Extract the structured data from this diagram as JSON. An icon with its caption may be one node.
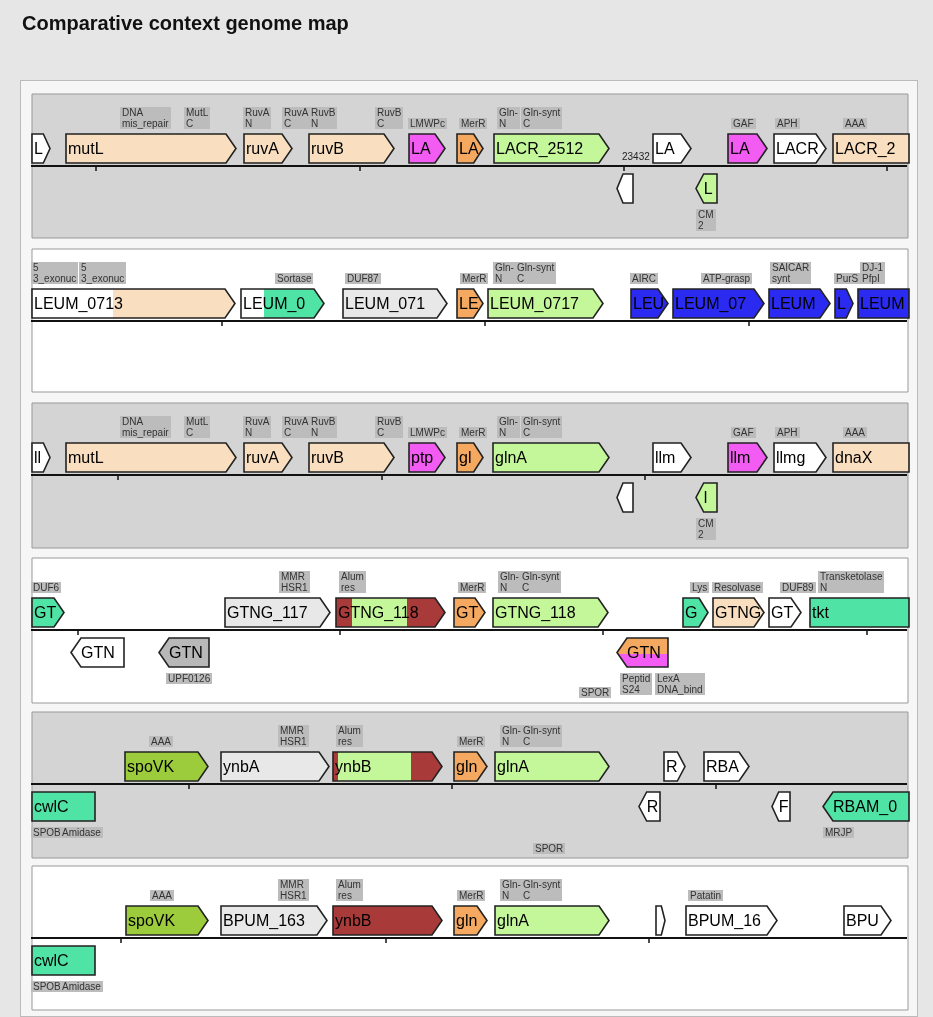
{
  "diagram": {
    "title": "Comparative context genome map",
    "nodes": [
      {
        "text": [],
        "shape": "box"
      },
      {
        "text": [
          "DNA mis_repair"
        ],
        "in": 0
      },
      {
        "text": [
          "MutL C"
        ],
        "in": 0
      },
      {
        "text": [
          "RuvA N"
        ],
        "in": 0
      },
      {
        "text": [
          "RuvA C"
        ],
        "in": 0
      },
      {
        "text": [
          "RuvB N"
        ],
        "in": 0
      },
      {
        "text": [
          "RuvB C"
        ],
        "in": 0
      },
      {
        "text": [
          "LMWPc"
        ],
        "in": 0
      },
      {
        "text": [
          "MerR"
        ],
        "in": 0
      },
      {
        "text": [
          "Gln- N"
        ],
        "in": 0
      },
      {
        "text": [
          "Gln-synt C"
        ],
        "in": 0
      },
      {
        "text": [
          "GAF"
        ],
        "in": 0
      },
      {
        "text": [
          "APH"
        ],
        "in": 0
      },
      {
        "text": [
          "AAA"
        ],
        "in": 0
      },
      {
        "text": [
          "L"
        ],
        "in": 0
      },
      {
        "text": [
          "mutL"
        ],
        "in": 0
      },
      {
        "text": [
          "ruvA"
        ],
        "in": 0
      },
      {
        "text": [
          "ruvB"
        ],
        "in": 0
      },
      {
        "text": [
          "LA"
        ],
        "in": 0
      },
      {
        "text": [
          "LA"
        ],
        "in": 0
      },
      {
        "text": [
          "LACR_2512"
        ],
        "in": 0
      },
      {
        "text": [
          "LA"
        ],
        "in": 0
      },
      {
        "text": [
          "LA"
        ],
        "in": 0
      },
      {
        "text": [
          "LACR"
        ],
        "in": 0
      },
      {
        "text": [
          "LACR_2"
        ],
        "in": 0
      },
      {
        "text": [],
        "shape": "arrow",
        "in": 0
      },
      {
        "text": [
          "L"
        ],
        "in": 0
      },
      {
        "text": [
          "CM 2"
        ],
        "in": 0
      },
      {
        "text": [],
        "shape": "box"
      },
      {
        "text": [
          "5 3_exonuc"
        ],
        "in": 28
      },
      {
        "text": [
          "5 3_exonuc"
        ],
        "in": 28
      },
      {
        "text": [
          "Sortase"
        ],
        "in": 28
      },
      {
        "text": [
          "DUF87"
        ],
        "in": 28
      },
      {
        "text": [
          "MerR"
        ],
        "in": 28
      },
      {
        "text": [
          "Gln- N"
        ],
        "in": 28
      },
      {
        "text": [
          "Gln-synt C"
        ],
        "in": 28
      },
      {
        "text": [
          "AIRC"
        ],
        "in": 28
      },
      {
        "text": [
          "ATP-grasp"
        ],
        "in": 28
      },
      {
        "text": [
          "SAICAR synt"
        ],
        "in": 28
      },
      {
        "text": [
          "PurS"
        ],
        "in": 28
      },
      {
        "text": [
          "DJ-1 PfpI"
        ],
        "in": 28
      },
      {
        "text": [
          "LEUM_0713"
        ],
        "in": 28
      },
      {
        "text": [
          "LEUM_0"
        ],
        "in": 28
      },
      {
        "text": [
          "LEUM_071"
        ],
        "in": 28
      },
      {
        "text": [
          "LE"
        ],
        "in": 28
      },
      {
        "text": [
          "LEUM_0717"
        ],
        "in": 28
      },
      {
        "text": [
          "LEU"
        ],
        "in": 28
      },
      {
        "text": [
          "LEUM_07"
        ],
        "in": 28
      },
      {
        "text": [
          "LEUM"
        ],
        "in": 28
      },
      {
        "text": [
          "L"
        ],
        "in": 28
      },
      {
        "text": [
          "LEUM"
        ],
        "in": 28
      },
      {
        "text": [],
        "shape": "box"
      },
      {
        "text": [
          "DNA mis_repair"
        ],
        "in": 51
      },
      {
        "text": [
          "MutL C"
        ],
        "in": 51
      },
      {
        "text": [
          "RuvA N"
        ],
        "in": 51
      },
      {
        "text": [
          "RuvA C"
        ],
        "in": 51
      },
      {
        "text": [
          "RuvB N"
        ],
        "in": 51
      },
      {
        "text": [
          "RuvB C"
        ],
        "in": 51
      },
      {
        "text": [
          "LMWPc"
        ],
        "in": 51
      },
      {
        "text": [
          "MerR"
        ],
        "in": 51
      },
      {
        "text": [
          "Gln- N"
        ],
        "in": 51
      },
      {
        "text": [
          "Gln-synt C"
        ],
        "in": 51
      },
      {
        "text": [
          "GAF"
        ],
        "in": 51
      },
      {
        "text": [
          "APH"
        ],
        "in": 51
      },
      {
        "text": [
          "AAA"
        ],
        "in": 51
      },
      {
        "text": [
          "ll"
        ],
        "in": 51
      },
      {
        "text": [
          "mutL"
        ],
        "in": 51
      },
      {
        "text": [
          "ruvA"
        ],
        "in": 51
      },
      {
        "text": [
          "ruvB"
        ],
        "in": 51
      },
      {
        "text": [
          "ptp"
        ],
        "in": 51
      },
      {
        "text": [
          "gl"
        ],
        "in": 51
      },
      {
        "text": [
          "glnA"
        ],
        "in": 51
      },
      {
        "text": [
          "llm"
        ],
        "in": 51
      },
      {
        "text": [
          "llm"
        ],
        "in": 51
      },
      {
        "text": [
          "llmg"
        ],
        "in": 51
      },
      {
        "text": [
          "dnaX"
        ],
        "in": 51
      },
      {
        "text": [],
        "shape": "arrow",
        "in": 51
      },
      {
        "text": [
          "l"
        ],
        "in": 51
      },
      {
        "text": [
          "CM 2"
        ],
        "in": 51
      },
      {
        "text": [],
        "shape": "box"
      },
      {
        "text": [
          "DUF6"
        ],
        "in": 79
      },
      {
        "text": [
          "MMR HSR1"
        ],
        "in": 79
      },
      {
        "text": [
          "Alum res"
        ],
        "in": 79
      },
      {
        "text": [
          "MerR"
        ],
        "in": 79
      },
      {
        "text": [
          "Gln- N"
        ],
        "in": 79
      },
      {
        "text": [
          "Gln-synt C"
        ],
        "in": 79
      },
      {
        "text": [
          "Lys"
        ],
        "in": 79
      },
      {
        "text": [
          "Resolvase"
        ],
        "in": 79
      },
      {
        "text": [
          "DUF89"
        ],
        "in": 79
      },
      {
        "text": [
          "Transketolase N"
        ],
        "in": 79
      },
      {
        "text": [
          "GT"
        ],
        "in": 79
      },
      {
        "text": [
          "GTNG_117"
        ],
        "in": 79
      },
      {
        "text": [
          "GTNG_118"
        ],
        "in": 79
      },
      {
        "text": [
          "GT"
        ],
        "in": 79
      },
      {
        "text": [
          "GTNG_118"
        ],
        "in": 79
      },
      {
        "text": [
          "G"
        ],
        "in": 79
      },
      {
        "text": [
          "GTNG"
        ],
        "in": 79
      },
      {
        "text": [
          "GT"
        ],
        "in": 79
      },
      {
        "text": [
          "tkt"
        ],
        "in": 79
      },
      {
        "text": [
          "GTN"
        ],
        "in": 79
      },
      {
        "text": [
          "GTN"
        ],
        "in": 79
      },
      {
        "text": [
          "GTN"
        ],
        "in": 79
      },
      {
        "text": [
          "UPF0126"
        ],
        "in": 79
      },
      {
        "text": [
          "SPOR"
        ],
        "in": 79
      },
      {
        "text": [
          "Peptid S24"
        ],
        "in": 79
      },
      {
        "text": [
          "LexA DNA_bind"
        ],
        "in": 79
      },
      {
        "text": [],
        "shape": "box"
      },
      {
        "text": [
          "AAA"
        ],
        "in": 106
      },
      {
        "text": [
          "MMR HSR1"
        ],
        "in": 106
      },
      {
        "text": [
          "Alum res"
        ],
        "in": 106
      },
      {
        "text": [
          "MerR"
        ],
        "in": 106
      },
      {
        "text": [
          "Gln- N"
        ],
        "in": 106
      },
      {
        "text": [
          "Gln-synt C"
        ],
        "in": 106
      },
      {
        "text": [
          "spoVK"
        ],
        "in": 106
      },
      {
        "text": [
          "ynbA"
        ],
        "in": 106
      },
      {
        "text": [
          "ynbB"
        ],
        "in": 106
      },
      {
        "text": [
          "gln"
        ],
        "in": 106
      },
      {
        "text": [
          "glnA"
        ],
        "in": 106
      },
      {
        "text": [
          "R"
        ],
        "in": 106
      },
      {
        "text": [
          "RBA"
        ],
        "in": 106
      },
      {
        "text": [
          "cwlC"
        ],
        "in": 106
      },
      {
        "text": [
          "R"
        ],
        "in": 106
      },
      {
        "text": [
          "F"
        ],
        "in": 106
      },
      {
        "text": [
          "RBAM_0"
        ],
        "in": 106
      },
      {
        "text": [
          "SPOB"
        ],
        "in": 106
      },
      {
        "text": [
          "Amidase"
        ],
        "in": 106
      },
      {
        "text": [
          "SPOR"
        ],
        "in": 106
      },
      {
        "text": [
          "MRJP"
        ],
        "in": 106
      },
      {
        "text": [],
        "shape": "box"
      },
      {
        "text": [
          "AAA"
        ],
        "in": 128
      },
      {
        "text": [
          "MMR HSR1"
        ],
        "in": 128
      },
      {
        "text": [
          "Alum res"
        ],
        "in": 128
      },
      {
        "text": [
          "MerR"
        ],
        "in": 128
      },
      {
        "text": [
          "Gln- N"
        ],
        "in": 128
      },
      {
        "text": [
          "Gln-synt C"
        ],
        "in": 128
      },
      {
        "text": [
          "Patatin"
        ],
        "in": 128
      },
      {
        "text": [
          "spoVK"
        ],
        "in": 128
      },
      {
        "text": [
          "BPUM_163"
        ],
        "in": 128
      },
      {
        "text": [
          "ynbB"
        ],
        "in": 128
      },
      {
        "text": [
          "gln"
        ],
        "in": 128
      },
      {
        "text": [
          "glnA"
        ],
        "in": 128
      },
      {
        "text": [],
        "shape": "arrow",
        "in": 128
      },
      {
        "text": [
          "BPUM_16"
        ],
        "in": 128
      },
      {
        "text": [
          "BPU"
        ],
        "in": 128
      },
      {
        "text": [
          "cwlC"
        ],
        "in": 128
      },
      {
        "text": [
          "SPOB"
        ],
        "in": 128
      },
      {
        "text": [
          "Amidase"
        ],
        "in": 128
      }
    ],
    "labels": [
      "23432"
    ]
  }
}
